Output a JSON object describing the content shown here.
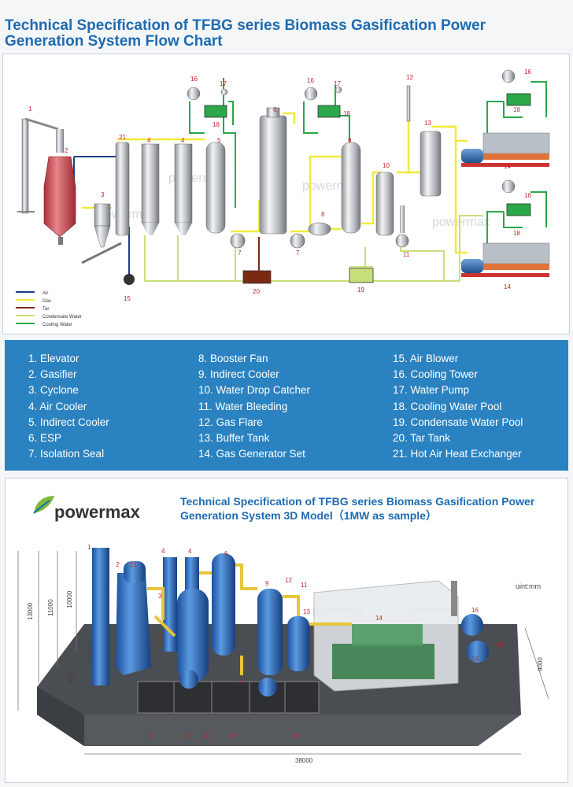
{
  "header": {
    "title": "Technical Specification of TFBG series Biomass Gasification Power Generation System Flow Chart"
  },
  "flow_chart": {
    "legend_lines": [
      {
        "label": "Air",
        "color": "#1c3f8a"
      },
      {
        "label": "Gas",
        "color": "#f1ea3b"
      },
      {
        "label": "Tar",
        "color": "#7b2a12"
      },
      {
        "label": "Condensate Water",
        "color": "#c8e07a"
      },
      {
        "label": "Cooling Water",
        "color": "#2aa84a"
      }
    ],
    "watermark": "powermax",
    "numbers": [
      "1",
      "2",
      "3",
      "4",
      "4",
      "5",
      "6",
      "7",
      "7",
      "8",
      "9",
      "10",
      "11",
      "12",
      "13",
      "14",
      "14",
      "15",
      "16",
      "16",
      "16",
      "16",
      "17",
      "17",
      "18",
      "18",
      "18",
      "18",
      "19",
      "20",
      "21"
    ]
  },
  "component_legend": {
    "col1": [
      "1. Elevator",
      "2. Gasifier",
      "3. Cyclone",
      "4. Air Cooler",
      "5. Indirect Cooler",
      "6. ESP",
      "7. Isolation Seal"
    ],
    "col2": [
      "8. Booster Fan",
      "9. Indirect Cooler",
      "10. Water Drop Catcher",
      "11. Water Bleeding",
      "12. Gas Flare",
      "13. Buffer Tank",
      "14. Gas Generator Set"
    ],
    "col3": [
      "15. Air Blower",
      "16. Cooling Tower",
      "17. Water Pump",
      "18. Cooling Water Pool",
      "19. Condensate Water Pool",
      "20. Tar Tank",
      "21. Hot Air Heat Exchanger"
    ]
  },
  "model_3d": {
    "logo": "powermax",
    "title": "Technical Specification of TFBG series Biomass Gasification Power Generation System 3D Model（1MW as sample）",
    "unit": "uint:mm",
    "dims": {
      "length": "38000",
      "h1": "13000",
      "h2": "11000",
      "h3": "10000",
      "d1": "9000",
      "d2": "9000",
      "d3": "1900"
    },
    "numbers": {
      "n1": "1",
      "n2": "2",
      "n21": "21",
      "n4a": "4",
      "n4b": "4",
      "n6": "6",
      "n9": "9",
      "n12": "12",
      "n11": "11",
      "n13": "13",
      "n14": "14",
      "n16a": "16",
      "n16b": "16",
      "n18a": "18",
      "n18b": "18",
      "n18c": "18",
      "n15": "15",
      "n20": "20",
      "n19": "19",
      "n3": "3",
      "n7": "7"
    }
  }
}
